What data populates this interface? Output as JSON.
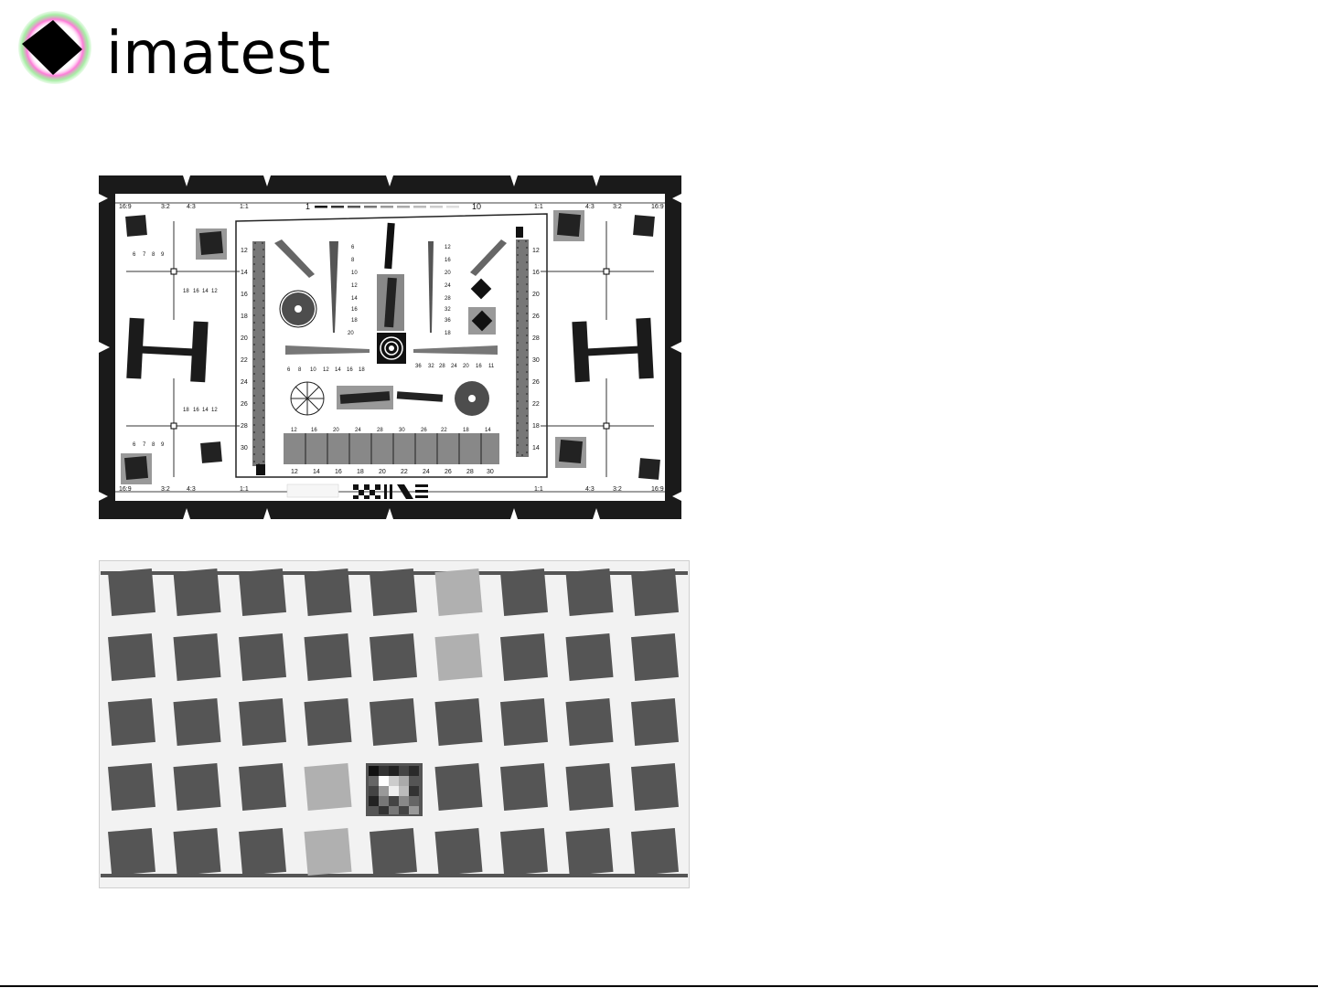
{
  "brand": {
    "name": "imatest",
    "logo_icon": "diamond-logo-icon"
  },
  "resolution_chart": {
    "aspect_labels_top": [
      "16:9",
      "3:2",
      "4:3",
      "1:1",
      "1:1",
      "4:3",
      "3:2",
      "16:9"
    ],
    "aspect_labels_bottom": [
      "16:9",
      "3:2",
      "4:3",
      "1:1",
      "1:1",
      "4:3",
      "3:2",
      "16:9"
    ],
    "top_scale_left": "1",
    "top_scale_right": "10",
    "left_wedge_numbers": [
      "12",
      "14",
      "16",
      "18",
      "20",
      "22",
      "24",
      "26",
      "28",
      "30"
    ],
    "right_wedge_numbers": [
      "12",
      "16",
      "20",
      "26",
      "28",
      "30",
      "26",
      "22",
      "18",
      "14"
    ],
    "left_vertical_wedge": [
      "6",
      "8",
      "10",
      "12",
      "14",
      "16",
      "18",
      "20"
    ],
    "right_vertical_wedge": [
      "12",
      "16",
      "20",
      "24",
      "28",
      "32",
      "36",
      "18"
    ],
    "horizontal_wedge_left": [
      "6",
      "8",
      "10",
      "12",
      "14",
      "16",
      "18"
    ],
    "horizontal_wedge_right": [
      "36",
      "32",
      "28",
      "24",
      "20",
      "16",
      "11"
    ],
    "bottom_row_top_numbers": [
      "12",
      "16",
      "20",
      "24",
      "28",
      "30",
      "26",
      "22",
      "18",
      "14"
    ],
    "bottom_row_numbers": [
      "12",
      "14",
      "16",
      "18",
      "20",
      "22",
      "24",
      "26",
      "28",
      "30"
    ],
    "cross_left_top": [
      "6",
      "7",
      "8",
      "9"
    ],
    "cross_h_nums": [
      "6",
      "7",
      "8",
      "9"
    ],
    "cross_v_nums": [
      "18",
      "16",
      "14",
      "12"
    ],
    "cross_h_nums2": [
      "18",
      "16",
      "14",
      "12"
    ]
  },
  "sfrplus_chart": {
    "rows": 5,
    "columns": 9,
    "patch_color": "#555555",
    "light_patch_color": "#b0b0b0",
    "background": "#f2f2f2"
  },
  "footer": {
    "rule_color": "#000000"
  }
}
